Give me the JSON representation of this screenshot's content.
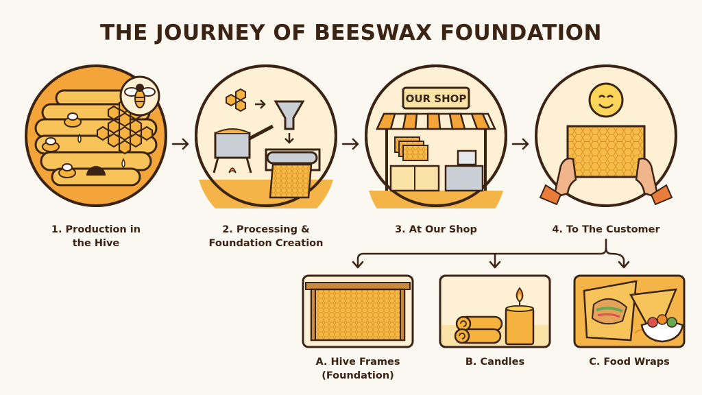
{
  "title": "THE JOURNEY OF BEESWAX FOUNDATION",
  "stages": [
    {
      "line1": "1. Production in",
      "line2": "the Hive",
      "icon": "beehive-icon"
    },
    {
      "line1": "2. Processing &",
      "line2": "Foundation Creation",
      "icon": "wax-processing-icon"
    },
    {
      "line1": "3. At Our Shop",
      "line2": "",
      "icon": "shop-icon"
    },
    {
      "line1": "4. To The Customer",
      "line2": "",
      "icon": "customer-icon"
    }
  ],
  "shop_sign": "OUR SHOP",
  "products": [
    {
      "line1": "A. Hive Frames",
      "line2": "(Foundation)",
      "icon": "hive-frame-icon"
    },
    {
      "line1": "B. Candles",
      "line2": "",
      "icon": "candle-icon"
    },
    {
      "line1": "C. Food Wraps",
      "line2": "",
      "icon": "food-wrap-icon"
    }
  ],
  "colors": {
    "outline": "#3b2414",
    "honey": "#f2a83b",
    "light_honey": "#fbe2a6",
    "cream": "#fdf0d5",
    "background": "#fbf7f1"
  }
}
